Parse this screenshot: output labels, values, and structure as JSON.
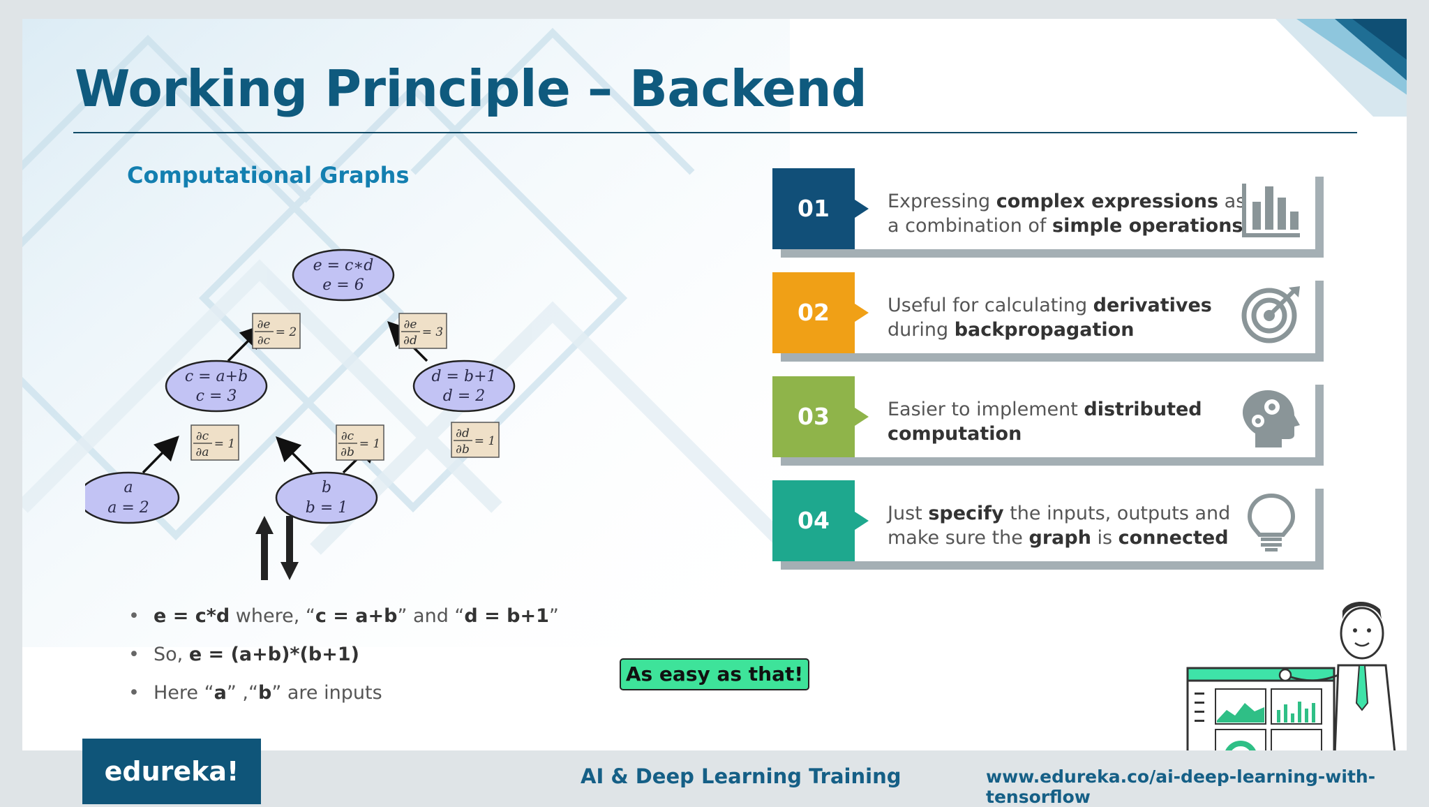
{
  "slide": {
    "title": "Working Principle – Backend",
    "subtitle": "Computational Graphs"
  },
  "graph": {
    "nodes": {
      "e_line1": "e = c∗d",
      "e_line2": "e = 6",
      "c_line1": "c = a+b",
      "c_line2": "c = 3",
      "d_line1": "d = b+1",
      "d_line2": "d = 2",
      "a_line1": "a",
      "a_line2": "a = 2",
      "b_line1": "b",
      "b_line2": "b = 1"
    },
    "edges": {
      "de_dc_num": "∂e",
      "de_dc_den": "∂c",
      "de_dc_val": "= 2",
      "de_dd_num": "∂e",
      "de_dd_den": "∂d",
      "de_dd_val": "= 3",
      "dc_da_num": "∂c",
      "dc_da_den": "∂a",
      "dc_da_val": "= 1",
      "dc_db_num": "∂c",
      "dc_db_den": "∂b",
      "dc_db_val": "= 1",
      "dd_db_num": "∂d",
      "dd_db_den": "∂b",
      "dd_db_val": "= 1"
    }
  },
  "bullets": {
    "b1": {
      "e": "e = c*d",
      "where": " where, “",
      "c": "c = a+b",
      "and": "” and “",
      "d": "d = b+1",
      "end": "”"
    },
    "b2": {
      "so": "So, ",
      "e": "e = ",
      "expr": "(a+b)*(b+1)"
    },
    "b3": {
      "here": "Here “",
      "a": "a",
      "mid": "” ,“",
      "b": "b",
      "end": "” are inputs"
    }
  },
  "badge": {
    "label": "As easy as that!"
  },
  "cards": [
    {
      "num": "01",
      "color": "#114f78",
      "icon": "bar-chart-icon",
      "p1": "Expressing ",
      "b1": "complex expressions",
      "p2": " as a combination of ",
      "b2": "simple operations",
      "p3": ""
    },
    {
      "num": "02",
      "color": "#f0a016",
      "icon": "target-icon",
      "p1": "Useful for calculating ",
      "b1": "derivatives",
      "p2": " during ",
      "b2": "backpropagation",
      "p3": ""
    },
    {
      "num": "03",
      "color": "#8fb44a",
      "icon": "head-gears-icon",
      "p1": "Easier to implement ",
      "b1": "distributed computation",
      "p2": "",
      "b2": "",
      "p3": ""
    },
    {
      "num": "04",
      "color": "#1ea88e",
      "icon": "lightbulb-icon",
      "p1": "Just ",
      "b1": "specify",
      "p2": " the inputs, outputs and make sure the ",
      "b2": "graph",
      "p3": " is ",
      "b3": "connected"
    }
  ],
  "footer": {
    "logo": "edureka!",
    "course": "AI & Deep Learning Training",
    "url": "www.edureka.co/ai-deep-learning-with-tensorflow"
  },
  "colors": {
    "title": "#0f5a7e",
    "subtitle": "#137fb0",
    "node_fill": "#c2c3f4",
    "label_fill": "#efe0c8",
    "badge": "#3ee39a",
    "footer": "#0f5579"
  }
}
